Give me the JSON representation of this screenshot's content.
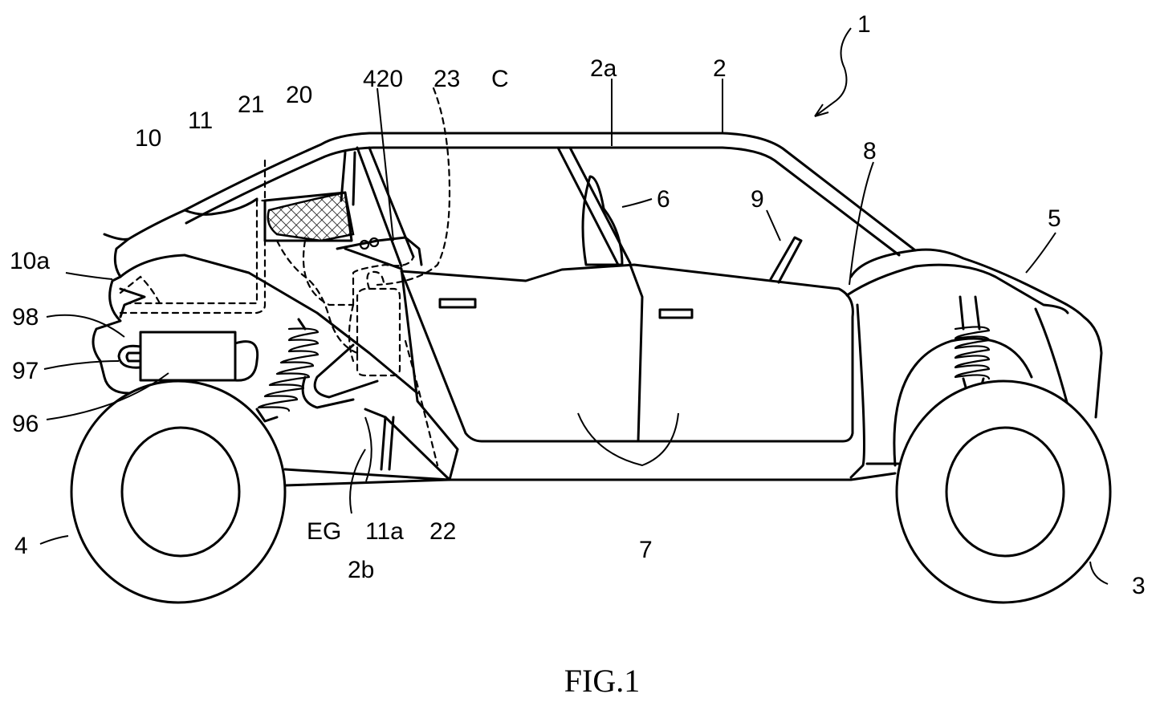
{
  "figure": {
    "caption": "FIG.1",
    "labels": {
      "l1": "1",
      "l2": "2",
      "l2a": "2a",
      "l2b": "2b",
      "l3": "3",
      "l4": "4",
      "l5": "5",
      "l6": "6",
      "l7": "7",
      "l8": "8",
      "l9": "9",
      "l10": "10",
      "l10a": "10a",
      "l11": "11",
      "l11a": "11a",
      "l20": "20",
      "l21": "21",
      "l22": "22",
      "l23": "23",
      "l420": "420",
      "lC": "C",
      "lEG": "EG",
      "l96": "96",
      "l97": "97",
      "l98": "98"
    }
  }
}
